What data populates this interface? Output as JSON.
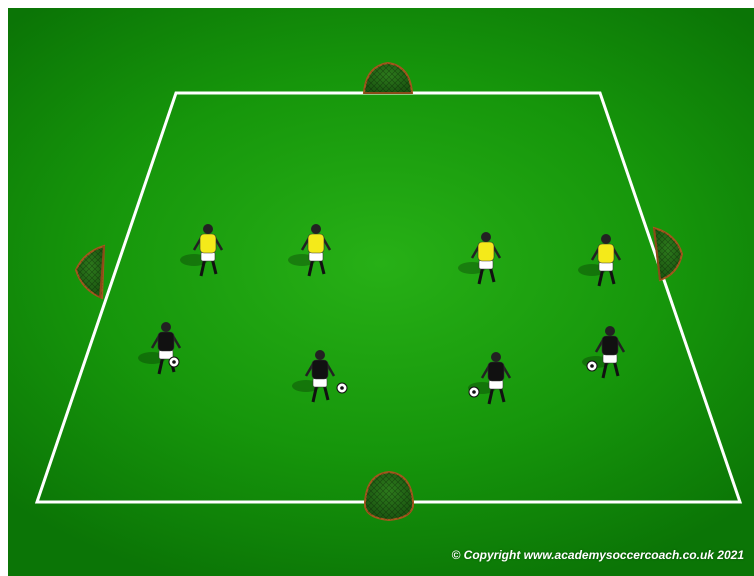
{
  "scene": {
    "pitch_color": "#15970b",
    "line_color": "#ffffff",
    "goal_color": "#a3571d",
    "team_yellow": {
      "shirt": "#f4ea1a",
      "shorts": "#ffffff",
      "count": 4
    },
    "team_black": {
      "shirt": "#111111",
      "shorts": "#ffffff",
      "count": 4,
      "with_ball": true
    },
    "goals": [
      "top",
      "bottom",
      "left",
      "right"
    ]
  },
  "copyright": "© Copyright www.academysoccercoach.co.uk 2021"
}
